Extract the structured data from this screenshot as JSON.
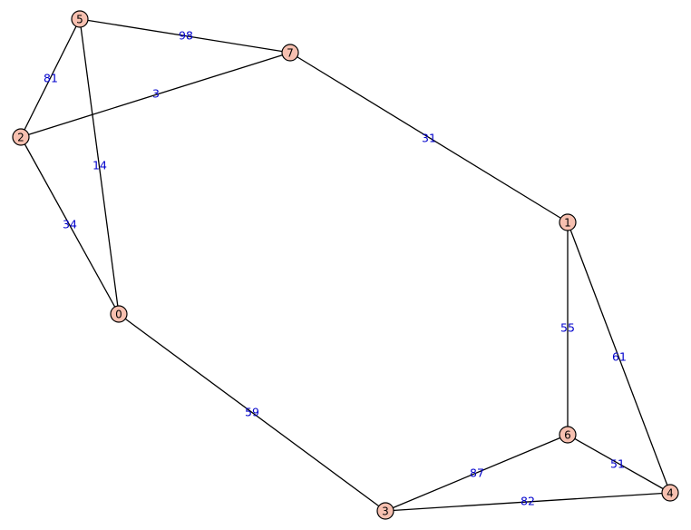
{
  "graph": {
    "node_fill": "#f7c0b0",
    "edge_color": "#000000",
    "weight_color": "#0000cc",
    "nodes": [
      {
        "id": "0",
        "label": "0"
      },
      {
        "id": "1",
        "label": "1"
      },
      {
        "id": "2",
        "label": "2"
      },
      {
        "id": "3",
        "label": "3"
      },
      {
        "id": "4",
        "label": "4"
      },
      {
        "id": "5",
        "label": "5"
      },
      {
        "id": "6",
        "label": "6"
      },
      {
        "id": "7",
        "label": "7"
      }
    ],
    "edges": [
      {
        "source": "5",
        "target": "7",
        "weight": "98"
      },
      {
        "source": "5",
        "target": "2",
        "weight": "81"
      },
      {
        "source": "5",
        "target": "0",
        "weight": "14"
      },
      {
        "source": "2",
        "target": "7",
        "weight": "3"
      },
      {
        "source": "2",
        "target": "0",
        "weight": "34"
      },
      {
        "source": "7",
        "target": "1",
        "weight": "31"
      },
      {
        "source": "1",
        "target": "6",
        "weight": "55"
      },
      {
        "source": "1",
        "target": "4",
        "weight": "61"
      },
      {
        "source": "0",
        "target": "3",
        "weight": "59"
      },
      {
        "source": "3",
        "target": "6",
        "weight": "87"
      },
      {
        "source": "3",
        "target": "4",
        "weight": "82"
      },
      {
        "source": "6",
        "target": "4",
        "weight": "51"
      }
    ]
  }
}
